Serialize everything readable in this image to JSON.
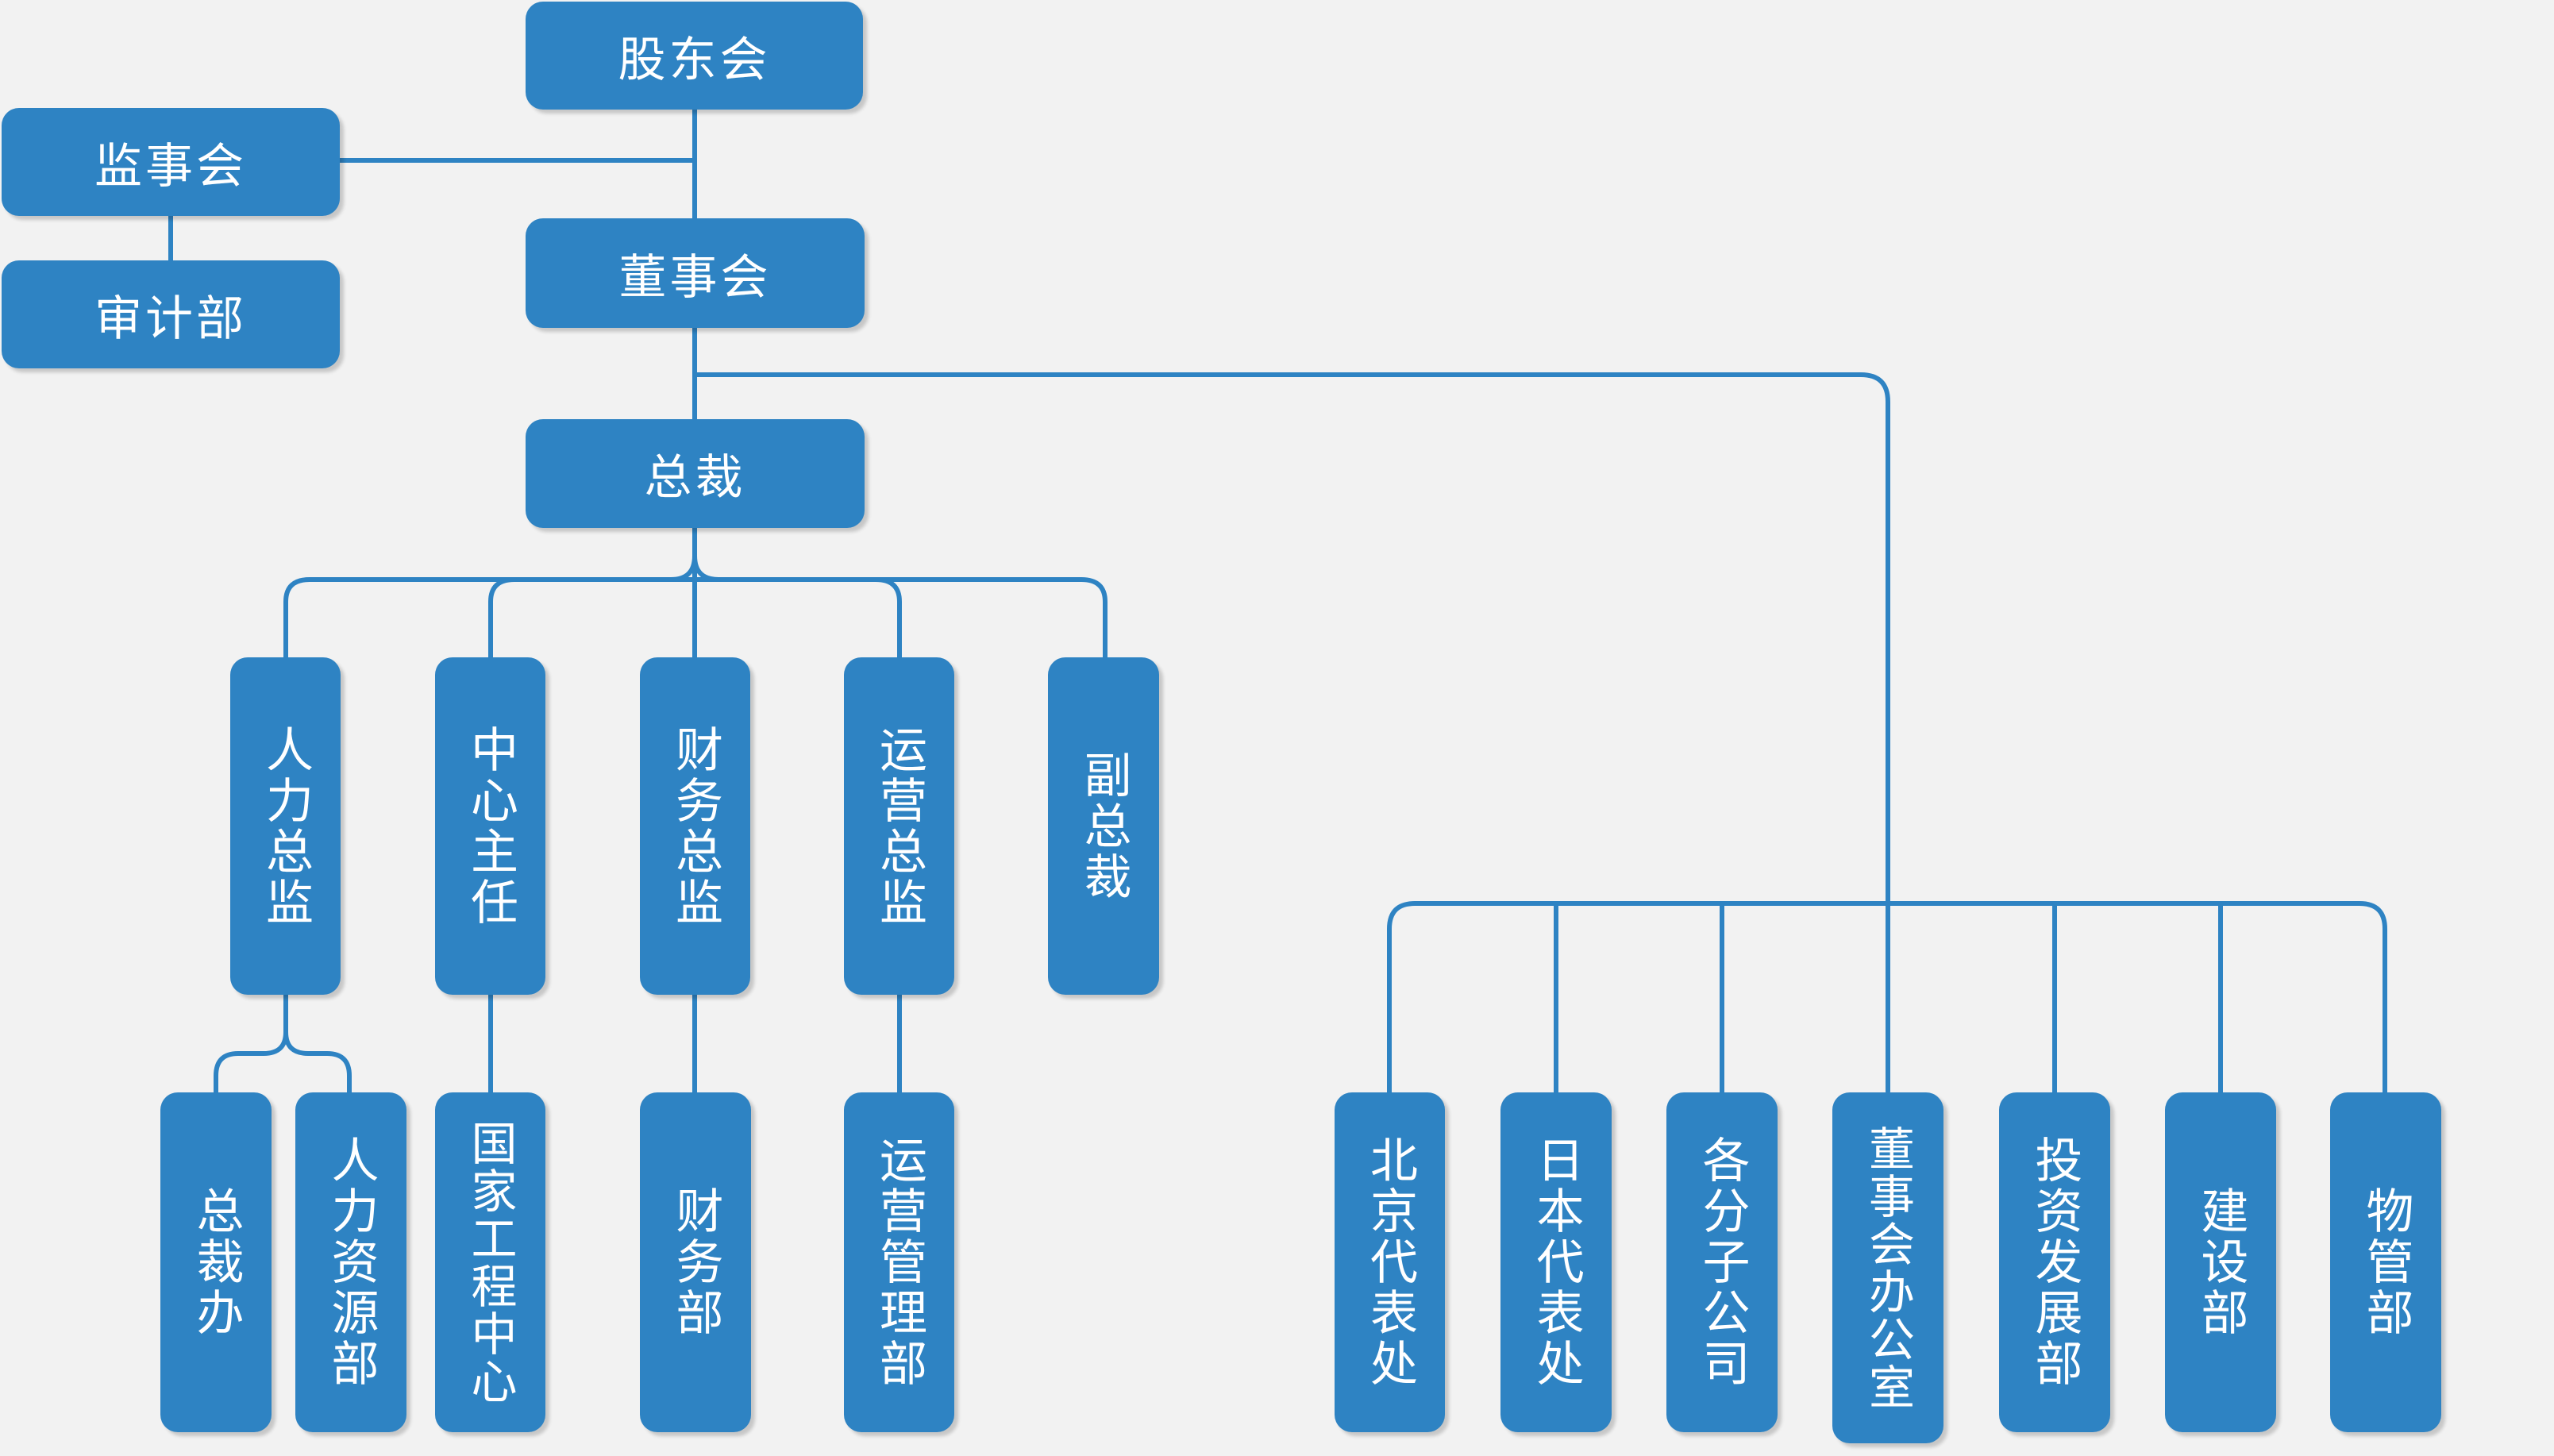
{
  "nodes": {
    "gudonghui": "股东会",
    "jianshihui": "监事会",
    "shenjibu": "审计部",
    "dongshihui": "董事会",
    "zongcai": "总裁",
    "renli_zongjian": "人力总监",
    "zhongxin_zhuren": "中心主任",
    "caiwu_zongjian": "财务总监",
    "yunying_zongjian": "运营总监",
    "fu_zongcai": "副总裁",
    "zongcaiban": "总裁办",
    "renli_ziyuanbu": "人力资源部",
    "guojia_gongcheng_zhongxin": "国家工程中心",
    "caiwubu": "财务部",
    "yunying_guanlibu": "运营管理部",
    "beijing_daibiaochu": "北京代表处",
    "riben_daibiaochu": "日本代表处",
    "ge_fengongsi": "各分子公司",
    "dongshihui_bangongshi": "董事会办公室",
    "touzi_fazhanbu": "投资发展部",
    "jianshebu": "建设部",
    "wuguanbu": "物管部"
  },
  "colors": {
    "node_fill": "#2e83c3",
    "connector": "#2e83c3",
    "background": "#f2f2f2",
    "text": "#ffffff"
  }
}
